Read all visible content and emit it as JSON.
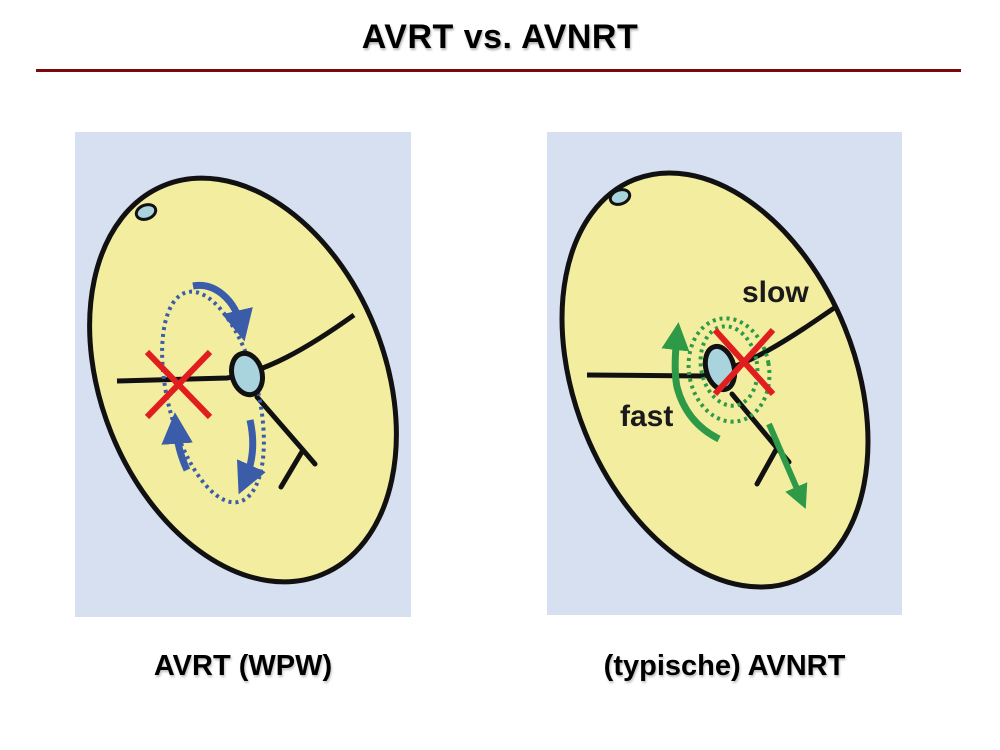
{
  "title": "AVRT vs. AVNRT",
  "colors": {
    "rule": "#7a0a0a",
    "panel_background": "#d6e0f0",
    "heart_fill": "#f3eda0",
    "outline": "#111111",
    "node_fill": "#a9d4de",
    "circuit_blue": "#3b5ca8",
    "circuit_green": "#2e9a48",
    "ablation_cross": "#e01e1e"
  },
  "left_panel": {
    "caption": "AVRT (WPW)",
    "icons": [
      "heart-outline",
      "av-node",
      "accessory-pathway-ablation-cross",
      "reentry-circuit-arrows"
    ]
  },
  "right_panel": {
    "caption": "(typische) AVNRT",
    "slow_label": "slow",
    "fast_label": "fast",
    "icons": [
      "heart-outline",
      "av-node",
      "slow-pathway-ablation-cross",
      "dual-pathway-arrows"
    ]
  }
}
